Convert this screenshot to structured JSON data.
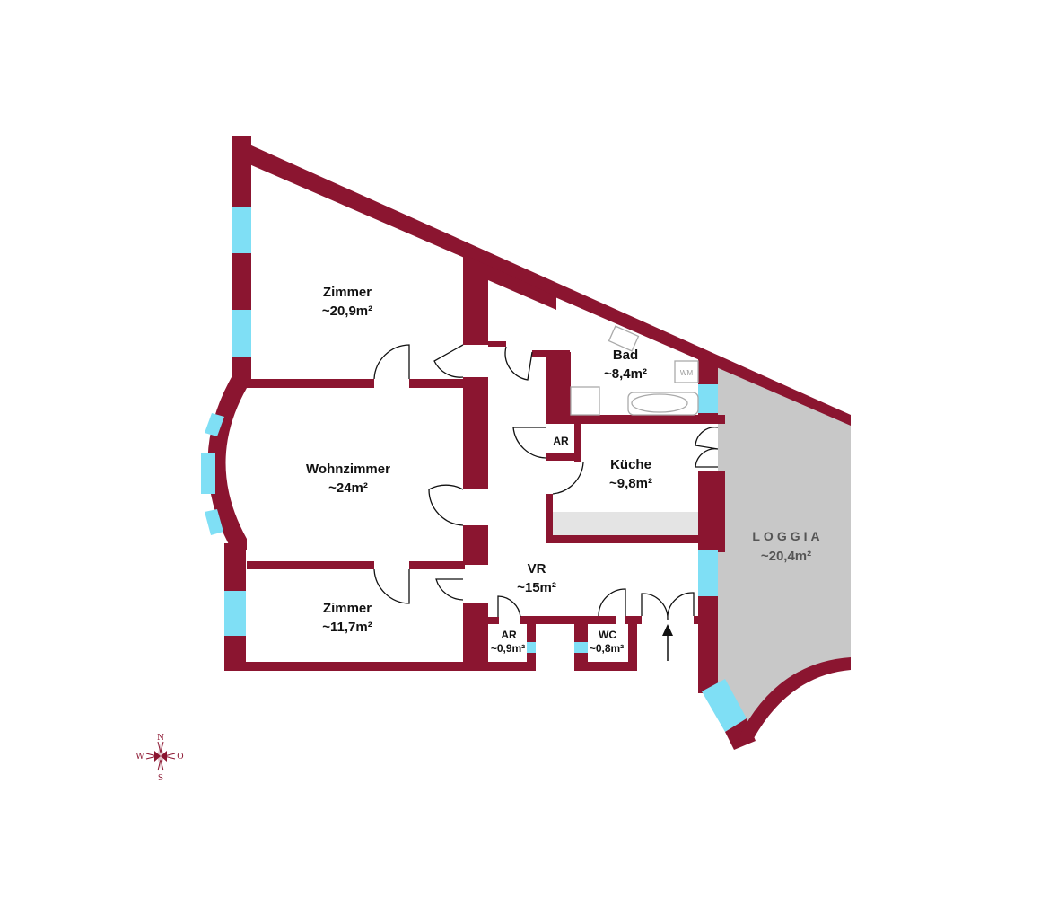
{
  "rooms": {
    "zimmer1": {
      "name": "Zimmer",
      "area": "~20,9m²"
    },
    "wohnzimmer": {
      "name": "Wohnzimmer",
      "area": "~24m²"
    },
    "zimmer2": {
      "name": "Zimmer",
      "area": "~11,7m²"
    },
    "bad": {
      "name": "Bad",
      "area": "~8,4m²"
    },
    "ar1": {
      "name": "AR"
    },
    "kueche": {
      "name": "Küche",
      "area": "~9,8m²"
    },
    "vr": {
      "name": "VR",
      "area": "~15m²"
    },
    "ar2": {
      "name": "AR",
      "area": "~0,9m²"
    },
    "wc": {
      "name": "WC",
      "area": "~0,8m²"
    },
    "loggia": {
      "name": "LOGGIA",
      "area": "~20,4m²"
    }
  },
  "fixtures": {
    "washing_machine": "WM"
  },
  "compass": {
    "n": "N",
    "s": "S",
    "w": "W",
    "o": "O"
  },
  "colors": {
    "wall": "#8b1530",
    "window": "#7fdff5",
    "loggia": "#c8c8c8"
  }
}
